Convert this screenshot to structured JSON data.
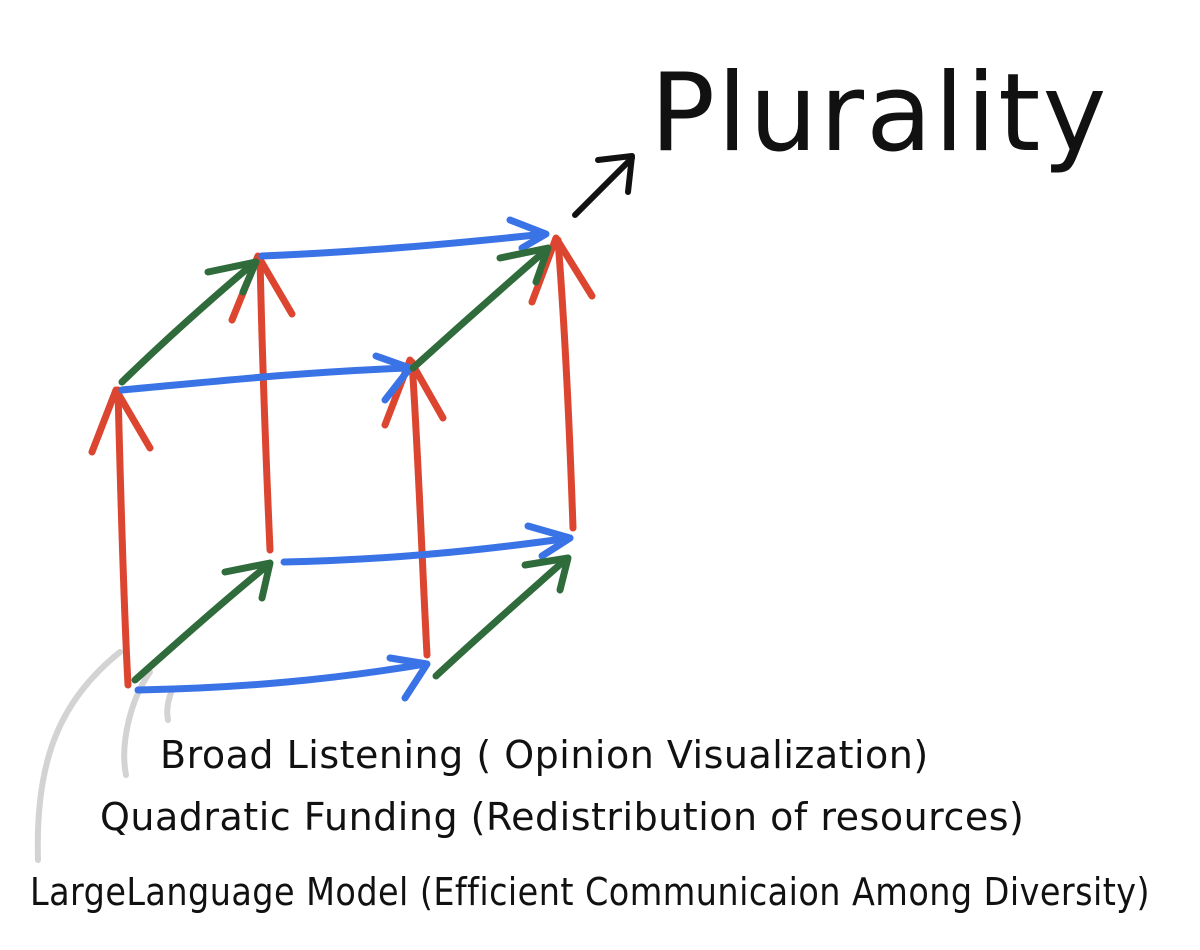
{
  "title": "Plurality",
  "labels": {
    "broad_listening": "Broad Listening ( Opinion Visualization)",
    "quadratic_funding": "Quadratic Funding (Redistribution of resources)",
    "llm": "LargeLanguage Model (Efficient Communicaion Among Diversity)"
  },
  "colors": {
    "vertical": "#dc4630",
    "horizontal": "#3a73e6",
    "depth": "#2f6b3b",
    "leader": "#d3d3d3",
    "ink": "#111111"
  }
}
